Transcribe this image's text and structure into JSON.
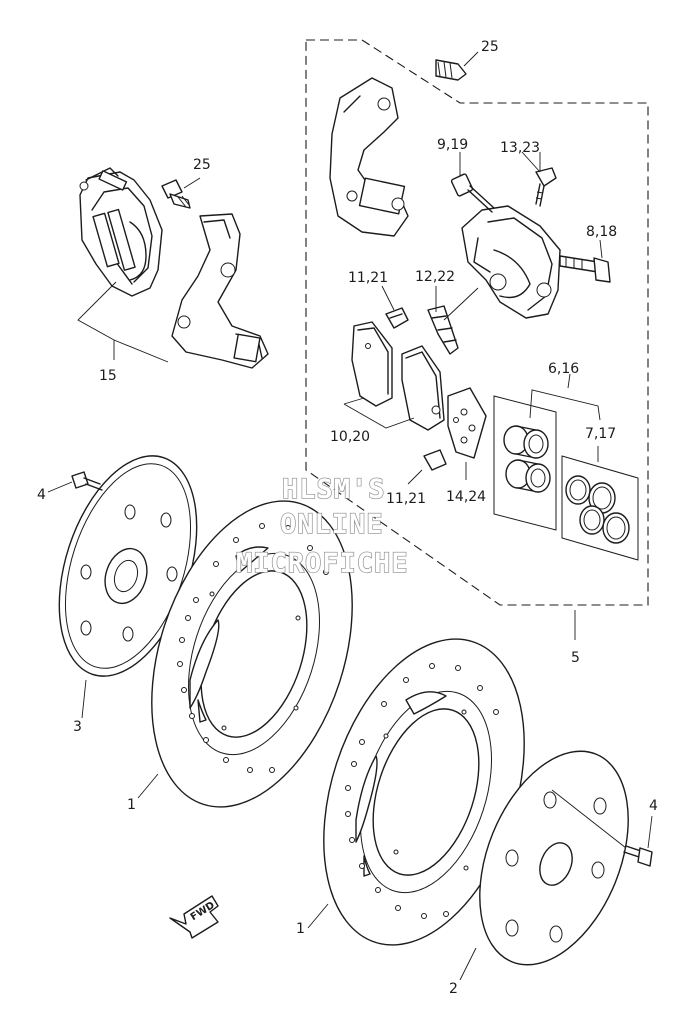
{
  "labels": {
    "l25a": "25",
    "l25b": "25",
    "l919": "9,19",
    "l1323": "13,23",
    "l818": "8,18",
    "l1121a": "11,21",
    "l1222": "12,22",
    "l15": "15",
    "l616": "6,16",
    "l717": "7,17",
    "l1020": "10,20",
    "l1121b": "11,21",
    "l1424": "14,24",
    "l4a": "4",
    "l3": "3",
    "l5": "5",
    "l1a": "1",
    "l1b": "1",
    "l4b": "4",
    "l2": "2"
  },
  "watermark": {
    "line1": "HLSM'S",
    "line2": "ONLINE",
    "line3": "MICROFICHE"
  },
  "fwd_label": "FWD"
}
